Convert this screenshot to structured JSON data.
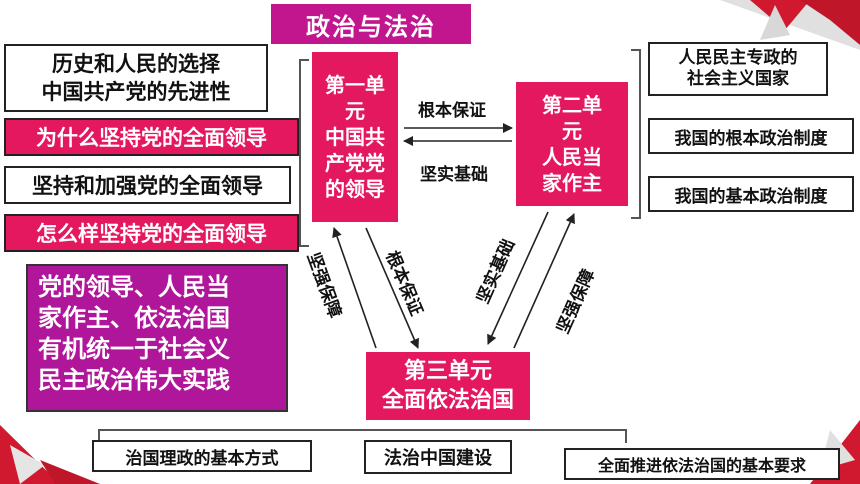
{
  "title": "政治与法治",
  "left_items": [
    "历史和人民的选择\n中国共产党的先进性",
    "为什么坚持党的全面领导",
    "坚持和加强党的全面领导",
    "怎么样坚持党的全面领导"
  ],
  "unit1": "第一单\n元\n中国共\n产党党\n的领导",
  "unit2": "第二单\n元\n人民当\n家作主",
  "unit3": "第三单元\n全面依法治国",
  "arrow_labels": {
    "u1_to_u2": "根本保证",
    "u2_to_u1": "坚实基础",
    "u3_to_u1": "坚强保障",
    "u1_to_u3": "根本保证",
    "u2_to_u3": "坚实基础",
    "u3_to_u2": "坚强保障"
  },
  "right_items": [
    "人民民主专政的\n社会主义国家",
    "我国的根本政治制度",
    "我国的基本政治制度"
  ],
  "summary": "党的领导、人民当\n家作主、依法治国\n有机统一于社会义\n民主政治伟大实践",
  "bottom_items": [
    "治国理政的基本方式",
    "法治中国建设",
    "全面推进依法治国的基本要求"
  ],
  "colors": {
    "title_bg": "#c2168f",
    "unit_bg": "#e3185e",
    "summary_bg": "#b0169a"
  }
}
